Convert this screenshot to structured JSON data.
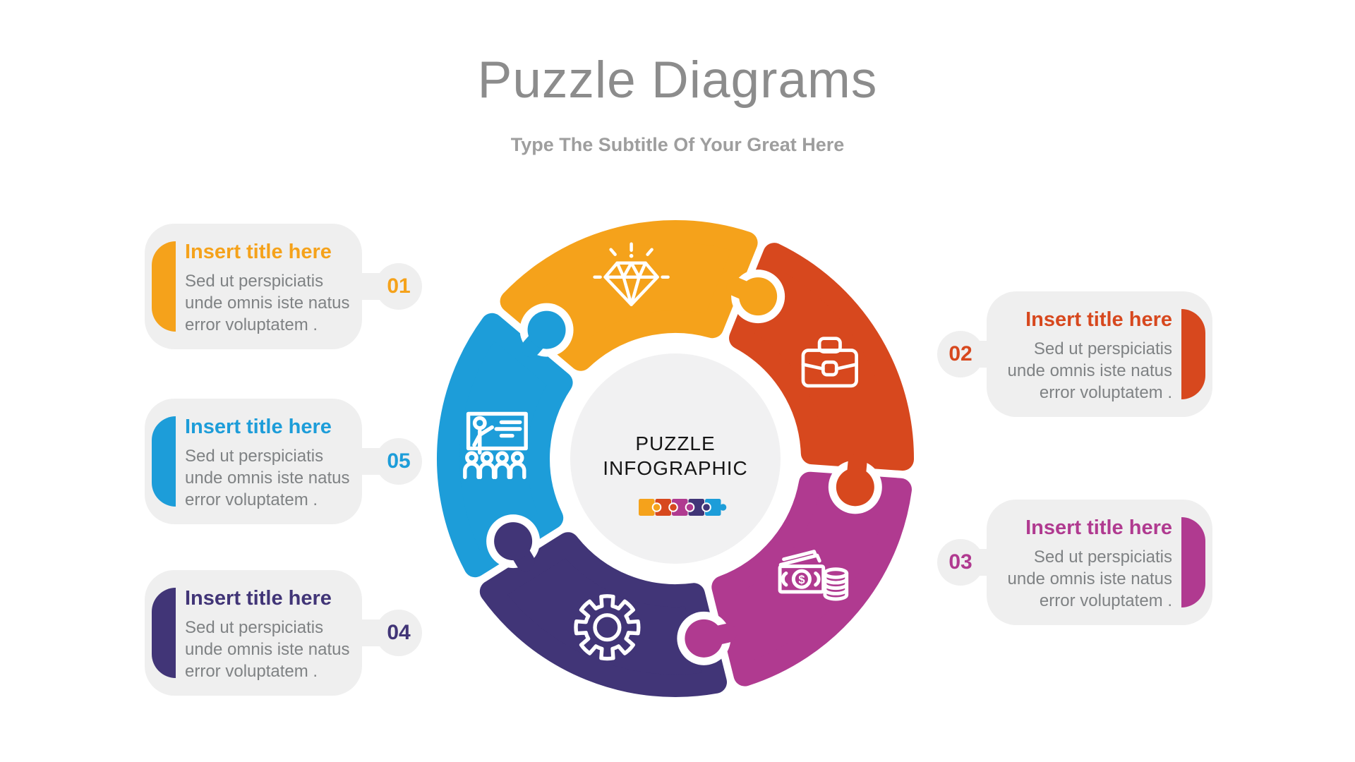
{
  "header": {
    "title": "Puzzle Diagrams",
    "subtitle": "Type The Subtitle Of Your Great Here"
  },
  "center": {
    "line1": "PUZZLE",
    "line2": "INFOGRAPHIC"
  },
  "cards": {
    "left": [
      {
        "number": "01",
        "accent": "#F5A21B",
        "title": "Insert title here",
        "body": "Sed ut perspiciatis unde omnis iste natus error voluptatem ."
      },
      {
        "number": "05",
        "accent": "#1D9DD9",
        "title": "Insert title here",
        "body": "Sed ut perspiciatis unde omnis iste natus error voluptatem ."
      },
      {
        "number": "04",
        "accent": "#413577",
        "title": "Insert title here",
        "body": "Sed ut perspiciatis unde omnis iste natus error voluptatem ."
      }
    ],
    "right": [
      {
        "number": "02",
        "accent": "#D7481E",
        "title": "Insert title here",
        "body": "Sed ut perspiciatis unde omnis iste natus error voluptatem ."
      },
      {
        "number": "03",
        "accent": "#B03A90",
        "title": "Insert title here",
        "body": "Sed ut perspiciatis unde omnis iste natus error voluptatem ."
      }
    ]
  },
  "diagram": {
    "hub_color": "#f1f1f2",
    "segments": [
      {
        "label": "01",
        "icon": "diamond-icon",
        "color": "#F5A21B",
        "start": 220,
        "end": 292
      },
      {
        "label": "02",
        "icon": "briefcase-icon",
        "color": "#D7481E",
        "start": 292,
        "end": 364
      },
      {
        "label": "03",
        "icon": "money-icon",
        "color": "#B03A90",
        "start": 4,
        "end": 76
      },
      {
        "label": "04",
        "icon": "gear-icon",
        "color": "#413577",
        "start": 76,
        "end": 148
      },
      {
        "label": "05",
        "icon": "presentation-icon",
        "color": "#1D9DD9",
        "start": 148,
        "end": 220
      }
    ],
    "mini_puzzle_colors": [
      "#F5A21B",
      "#D7481E",
      "#B03A90",
      "#413577",
      "#1D9DD9"
    ]
  }
}
